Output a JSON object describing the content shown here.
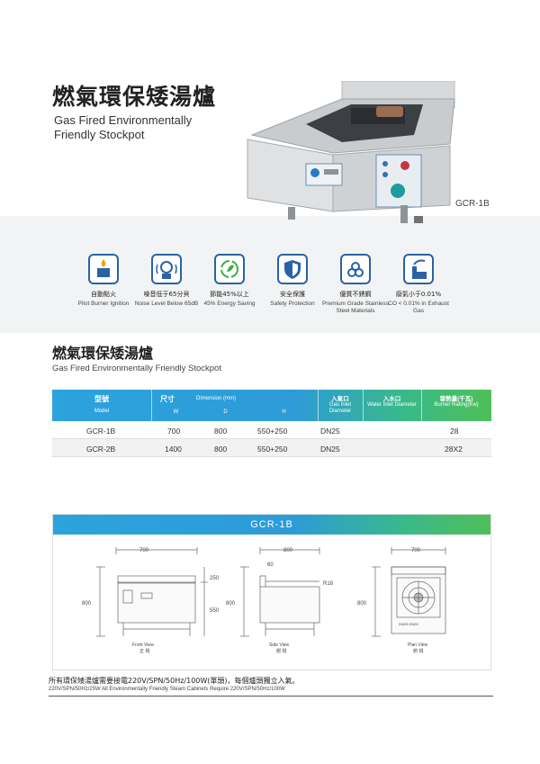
{
  "header": {
    "title_zh": "燃氣環保矮湯爐",
    "title_en": "Gas Fired Environmentally Friendly Stockpot",
    "model_tag": "GCR-1B"
  },
  "features": [
    {
      "icon": "burner-flame-icon",
      "label_zh": "自動點火",
      "label_en": "Pilot Burner Ignition"
    },
    {
      "icon": "noise-ear-icon",
      "label_zh": "噪音低于65分貝",
      "label_en": "Noise Level Below 65dB"
    },
    {
      "icon": "recycle-leaf-icon",
      "label_zh": "節能45%以上",
      "label_en": "45% Energy Saving"
    },
    {
      "icon": "shield-icon",
      "label_zh": "安全保護",
      "label_en": "Safety Protection"
    },
    {
      "icon": "steel-pipes-icon",
      "label_zh": "優質不銹鋼",
      "label_en": "Premium Grade Stainless Steel Materials"
    },
    {
      "icon": "factory-exhaust-icon",
      "label_zh": "廢氣小于0.01%",
      "label_en": "CO < 0.01% in Exhaust Gas"
    }
  ],
  "section": {
    "title_zh": "燃氣環保矮湯爐",
    "title_en": "Gas Fired Environmentally Friendly Stockpot"
  },
  "spec_table": {
    "model_zh": "型號",
    "model_en": "Model",
    "dimension_zh": "尺寸",
    "dimension_en": "Dimension (mm)",
    "w": "W",
    "d": "D",
    "h": "H",
    "gas_zh": "入氣口",
    "gas_en": "Gas Inlet Diameter",
    "water_zh": "入水口",
    "water_en": "Water Inlet Diameter",
    "burner_zh": "發熱量(千瓦)",
    "burner_en": "Burner Rating(Kw)",
    "rows": [
      {
        "model": "GCR-1B",
        "w": "700",
        "d": "800",
        "h": "550+250",
        "gas": "DN25",
        "water": "",
        "burner": "28"
      },
      {
        "model": "GCR-2B",
        "w": "1400",
        "d": "800",
        "h": "550+250",
        "gas": "DN25",
        "water": "",
        "burner": "28X2"
      }
    ]
  },
  "drawings": {
    "banner": "GCR-1B",
    "front": {
      "width": "700",
      "height": "800",
      "upper": "250",
      "lower": "550",
      "label_en": "Front View",
      "label_zh": "正 視"
    },
    "side": {
      "width": "800",
      "height": "800",
      "dim_60": "60",
      "r18": "R18",
      "label_en": "Side View",
      "label_zh": "側 視"
    },
    "plan": {
      "width": "700",
      "height": "800",
      "gas_note": "DN25 DN25",
      "label_en": "Plan View",
      "label_zh": "俯 視"
    }
  },
  "footer": {
    "note_zh": "所有環保矮湯爐需要接電220V/SPN/50Hz/100W(單頭)，每個爐頭獨立入氣。",
    "note_en": "220V/SPN/50Hz/25W All Environmentally Friendly Steam Cabinets Require 220V/SPN/50Hz/100W"
  },
  "colors": {
    "accent_blue": "#2ba3dc",
    "accent_green": "#4fbf58",
    "icon_blue": "#2a62a6"
  }
}
